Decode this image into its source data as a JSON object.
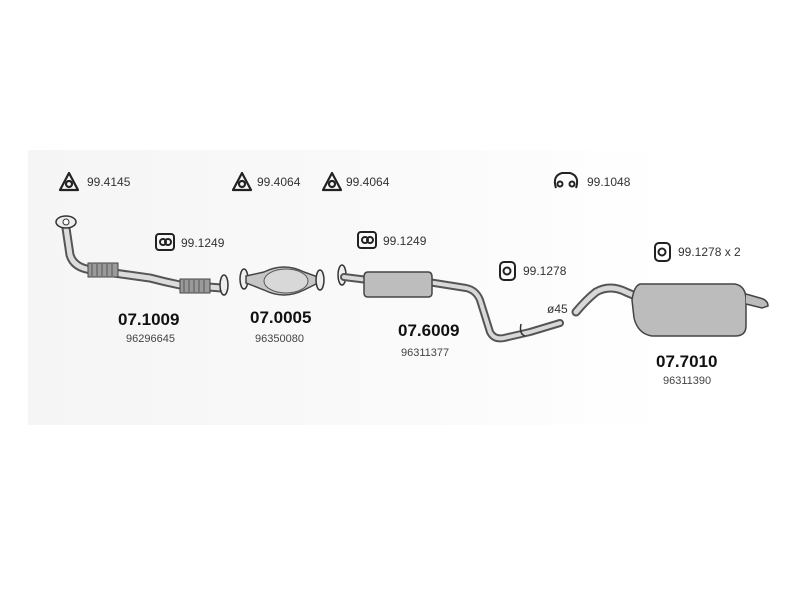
{
  "gaskets": [
    {
      "id": "99.4145"
    },
    {
      "id": "99.4064"
    },
    {
      "id": "99.4064"
    },
    {
      "id": "99.1048"
    }
  ],
  "hangers": [
    {
      "id": "99.1249"
    },
    {
      "id": "99.1249"
    },
    {
      "id": "99.1278"
    },
    {
      "id": "99.1278 x 2"
    }
  ],
  "parts": [
    {
      "code": "07.1009",
      "oem": "96296645"
    },
    {
      "code": "07.0005",
      "oem": "96350080"
    },
    {
      "code": "07.6009",
      "oem": "96311377"
    },
    {
      "code": "07.7010",
      "oem": "96311390"
    }
  ],
  "diameter_label": "ø45"
}
